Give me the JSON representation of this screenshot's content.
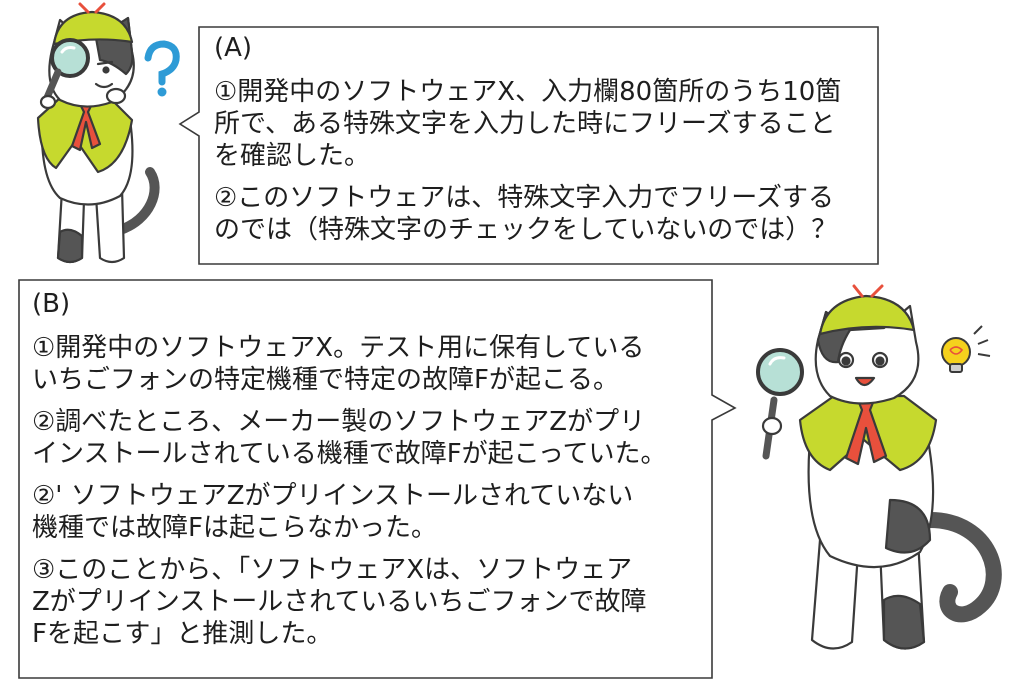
{
  "panel_a": {
    "label": "(A)",
    "items": [
      "①開発中のソフトウェアX、入力欄80箇所のうち10箇\n所で、ある特殊文字を入力した時にフリーズすること\nを確認した。",
      "②このソフトウェアは、特殊文字入力でフリーズする\nのでは（特殊文字のチェックをしていないのでは）？"
    ]
  },
  "panel_b": {
    "label": "(B)",
    "items": [
      "①開発中のソフトウェアX。テスト用に保有している\nいちごフォンの特定機種で特定の故障Fが起こる。",
      "②調べたところ、メーカー製のソフトウェアZがプリ\nインストールされている機種で故障Fが起こっていた。",
      "②' ソフトウェアZがプリインストールされていない\n機種では故障Fは起こらなかった。",
      "③このことから、「ソフトウェアXは、ソフトウェア\nZがプリインストールされているいちごフォンで故障\nFを起こす」と推測した。"
    ]
  },
  "colors": {
    "vest": "#c6d92e",
    "tie": "#e8503c",
    "question_mark": "#2e9bd6",
    "bulb": "#f5d11d",
    "outline": "#3a3a3a",
    "fur_dark": "#555555"
  }
}
